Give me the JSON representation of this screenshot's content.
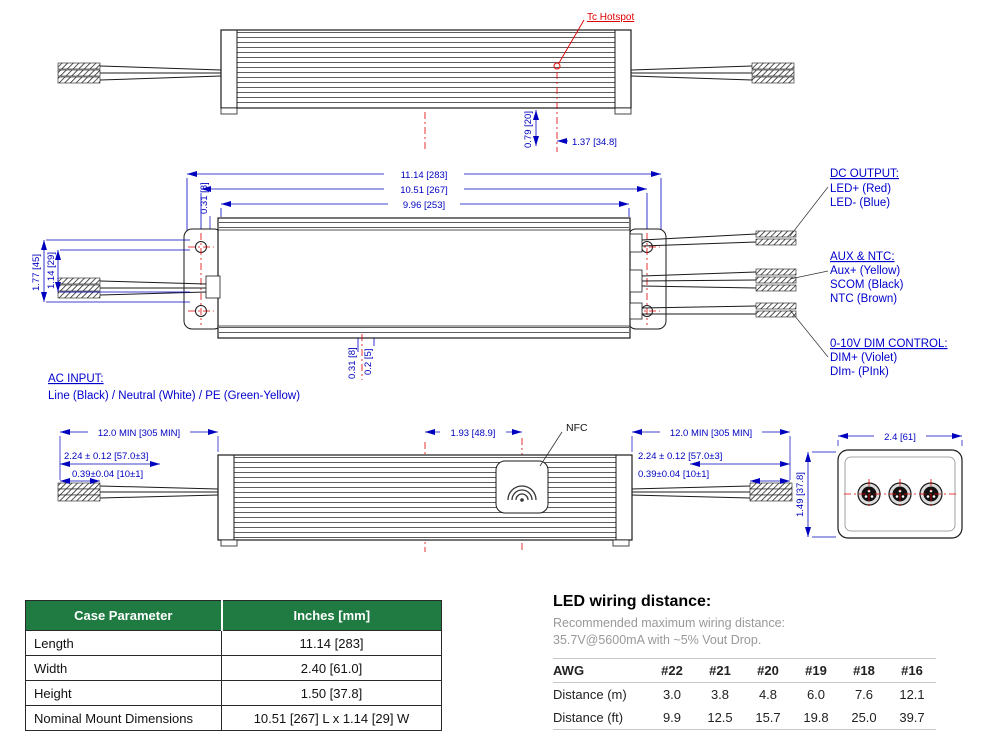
{
  "view_side_top": {
    "tc_hotspot": "Tc Hotspot",
    "dim_079": "0.79 [20]",
    "dim_137": "1.37 [34.8]"
  },
  "view_plan": {
    "dim_1114": "11.14 [283]",
    "dim_1051": "10.51 [267]",
    "dim_996": "9.96 [253]",
    "dim_031_top": "0.31 [8]",
    "dim_177": "1.77 [45]",
    "dim_114": "1.14 [29]",
    "dim_031_bottom": "0.31 [8]",
    "dim_02": "0.2 [5]",
    "ac_input_title": "AC INPUT:",
    "ac_input_line": "Line (Black) / Neutral (White) / PE (Green-Yellow)",
    "dc_output_title": "DC OUTPUT:",
    "dc_output_1": "LED+ (Red)",
    "dc_output_2": "LED- (Blue)",
    "aux_title": "AUX & NTC:",
    "aux_1": "Aux+ (Yellow)",
    "aux_2": "SCOM (Black)",
    "aux_3": "NTC (Brown)",
    "dim_ctrl_title": "0-10V DIM CONTROL:",
    "dim_ctrl_1": "DIM+ (Violet)",
    "dim_ctrl_2": "DIm- (PInk)"
  },
  "view_bottom": {
    "dim_min_left": "12.0 MIN [305 MIN]",
    "dim_224_left": "2.24 ± 0.12 [57.0±3]",
    "dim_039_left": "0.39±0.04 [10±1]",
    "dim_193": "1.93 [48.9]",
    "nfc_label": "NFC",
    "dim_min_right": "12.0 MIN [305 MIN]",
    "dim_224_right": "2.24 ± 0.12 [57.0±3]",
    "dim_039_right": "0.39±0.04 [10±1]",
    "dim_149": "1.49 [37.8]",
    "dim_24": "2.4 [61]"
  },
  "case_table": {
    "headers": [
      "Case Parameter",
      "Inches [mm]"
    ],
    "rows": [
      {
        "param": "Length",
        "value": "11.14 [283]"
      },
      {
        "param": "Width",
        "value": "2.40 [61.0]"
      },
      {
        "param": "Height",
        "value": "1.50 [37.8]"
      },
      {
        "param": "Nominal Mount Dimensions",
        "value": "10.51 [267] L x 1.14 [29] W"
      }
    ]
  },
  "wiring": {
    "title": "LED wiring distance:",
    "subtitle_1": "Recommended maximum wiring distance:",
    "subtitle_2": "35.7V@5600mA with ~5% Vout Drop.",
    "headers": [
      "AWG",
      "#22",
      "#21",
      "#20",
      "#19",
      "#18",
      "#16"
    ],
    "rows": [
      {
        "label": "Distance (m)",
        "values": [
          "3.0",
          "3.8",
          "4.8",
          "6.0",
          "7.6",
          "12.1"
        ]
      },
      {
        "label": "Distance (ft)",
        "values": [
          "9.9",
          "12.5",
          "15.7",
          "19.8",
          "25.0",
          "39.7"
        ]
      }
    ]
  },
  "colors": {
    "dimension_blue": "#0000bf",
    "annotation_blue": "#0000cc",
    "centerline_red": "#e00000",
    "table_header_green": "#1f7b41"
  }
}
